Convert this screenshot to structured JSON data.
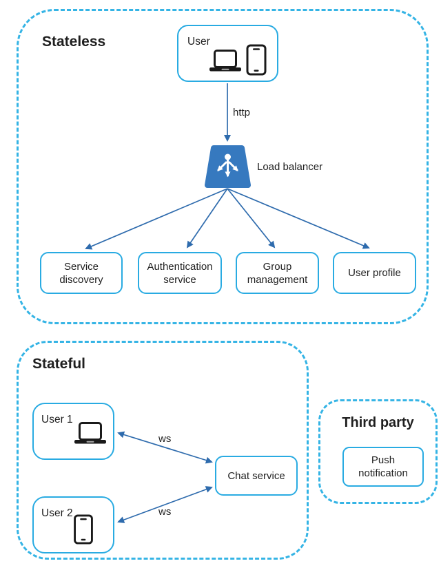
{
  "colors": {
    "container_border": "#35B4E5",
    "box_border": "#29ABE2",
    "arrow": "#2E6BAD",
    "load_balancer_fill": "#3679BF",
    "text": "#1F1F1F",
    "background": "#FFFFFF",
    "device_icon": "#1A1A1A"
  },
  "stateless": {
    "label": "Stateless",
    "user_box": {
      "label": "User",
      "icons": [
        "laptop-icon",
        "smartphone-icon"
      ]
    },
    "http_edge": {
      "label": "http"
    },
    "load_balancer": {
      "label": "Load balancer",
      "icon": "load-balancer-icon"
    },
    "services": [
      {
        "label": "Service discovery"
      },
      {
        "label": "Authentication service"
      },
      {
        "label": "Group management"
      },
      {
        "label": "User profile"
      }
    ]
  },
  "stateful": {
    "label": "Stateful",
    "user1_box": {
      "label": "User 1",
      "icon": "laptop-icon"
    },
    "user2_box": {
      "label": "User 2",
      "icon": "smartphone-icon"
    },
    "chat_service_box": {
      "label": "Chat service"
    },
    "ws_edge_user1": {
      "label": "ws"
    },
    "ws_edge_user2": {
      "label": "ws"
    }
  },
  "third_party": {
    "label": "Third party",
    "push_notification_box": {
      "label": "Push notification"
    }
  }
}
